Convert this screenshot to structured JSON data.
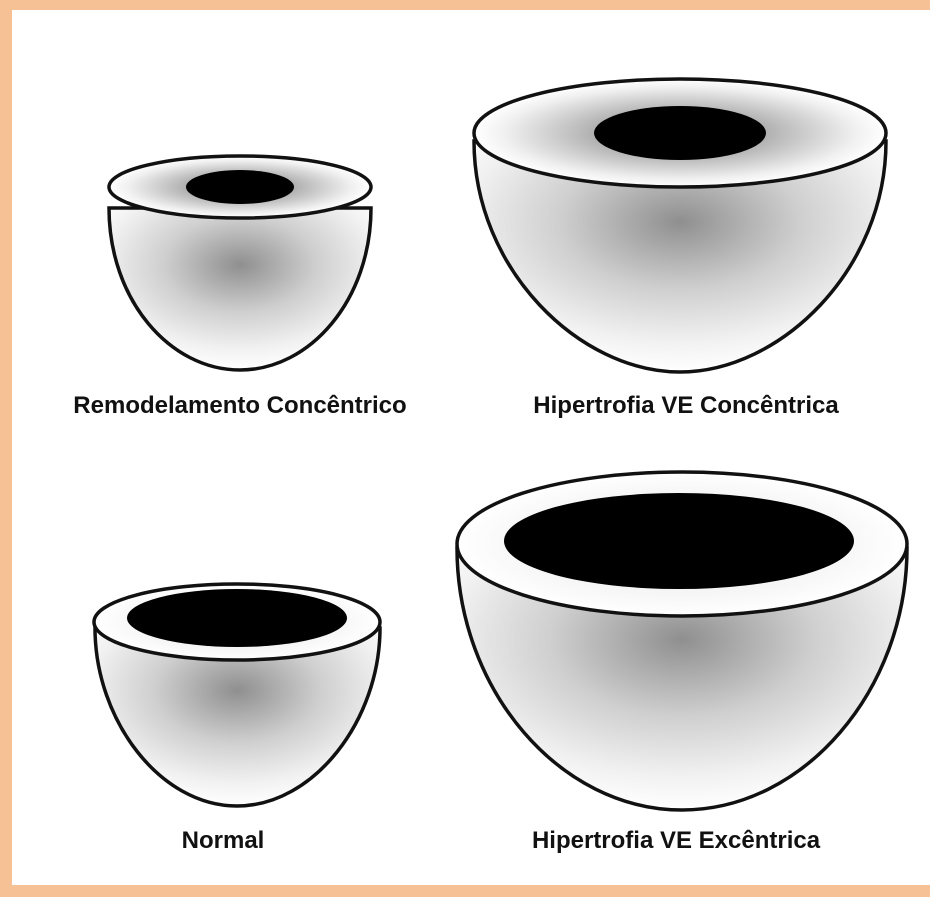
{
  "figure": {
    "frame_color": "#f7c196",
    "cup_outline_color": "#111111",
    "cavity_color": "#000000",
    "shading_color": "#9a9a9a",
    "panels": [
      {
        "id": "concentric-remodeling",
        "label": "Remodelamento Concêntrico"
      },
      {
        "id": "concentric-hypertrophy",
        "label": "Hipertrofia VE Concêntrica"
      },
      {
        "id": "normal",
        "label": "Normal"
      },
      {
        "id": "eccentric-hypertrophy",
        "label": "Hipertrofia VE Excêntrica"
      }
    ]
  }
}
